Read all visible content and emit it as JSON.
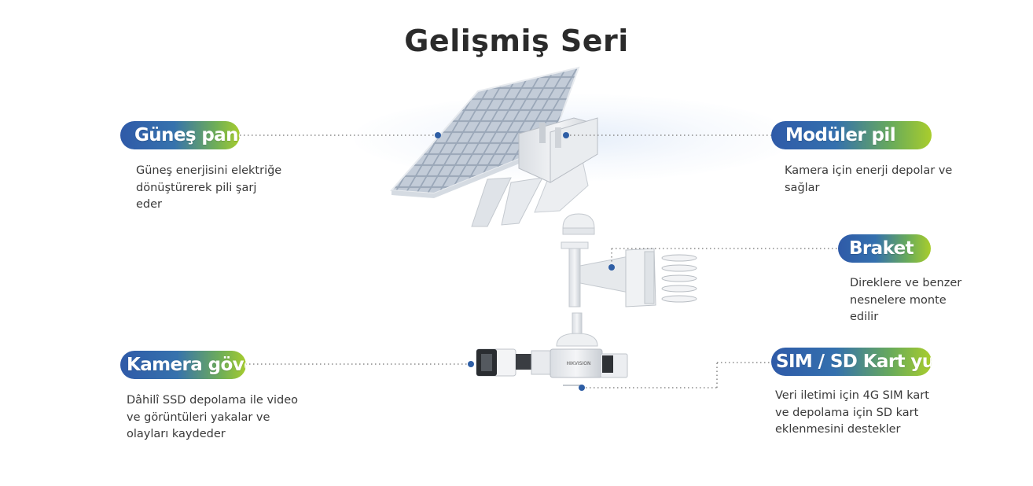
{
  "title": "Gelişmiş Seri",
  "features": [
    {
      "label": "Güneş paneli",
      "description_lines": [
        "Güneş enerjisini elektriğe",
        "dönüştürerek pili şarj",
        "eder"
      ]
    },
    {
      "label": "Modüler pil",
      "description_lines": [
        "Kamera için enerji depolar ve",
        "sağlar"
      ]
    },
    {
      "label": "Braket",
      "description_lines": [
        "Direklere ve benzer",
        "nesnelere monte",
        "edilir"
      ]
    },
    {
      "label": "Kamera gövdesi",
      "description_lines": [
        "Dâhilî SSD depolama ile video",
        "ve görüntüleri yakalar ve",
        "olayları kaydeder"
      ]
    },
    {
      "label": "SIM / SD Kart yuvası",
      "description_lines": [
        "Veri iletimi için 4G SIM kart",
        "ve depolama için SD kart",
        "eklenmesini destekler"
      ]
    }
  ],
  "camera_brand_text": "HIKVISION",
  "colors": {
    "pill_blue": "#2f5aa8",
    "pill_green": "#a6cc2e",
    "dot": "#2e5ea5",
    "leader_line": "#8a8a8a"
  }
}
